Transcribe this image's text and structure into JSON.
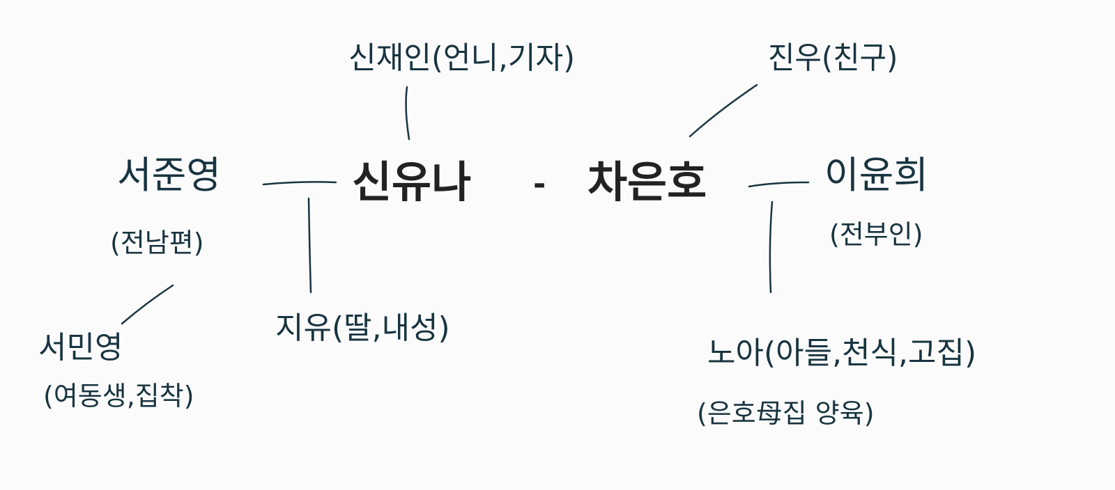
{
  "colors": {
    "background": "#fbfbfb",
    "ink": "#183440",
    "typed": "#222222"
  },
  "center": {
    "person_a": "신유나",
    "separator": "-",
    "person_b": "차은호"
  },
  "nodes": {
    "sister": "신재인(언니,기자)",
    "friend": "진우(친구)",
    "ex_husband_name": "서준영",
    "ex_husband_role": "(전남편)",
    "ex_wife_name": "이윤희",
    "ex_wife_role": "(전부인)",
    "ex_husband_sister_name": "서민영",
    "ex_husband_sister_role": "(여동생,집착)",
    "daughter": "지유(딸,내성)",
    "son": "노아(아들,천식,고집)",
    "son_note": "(은호母집 양육)"
  }
}
